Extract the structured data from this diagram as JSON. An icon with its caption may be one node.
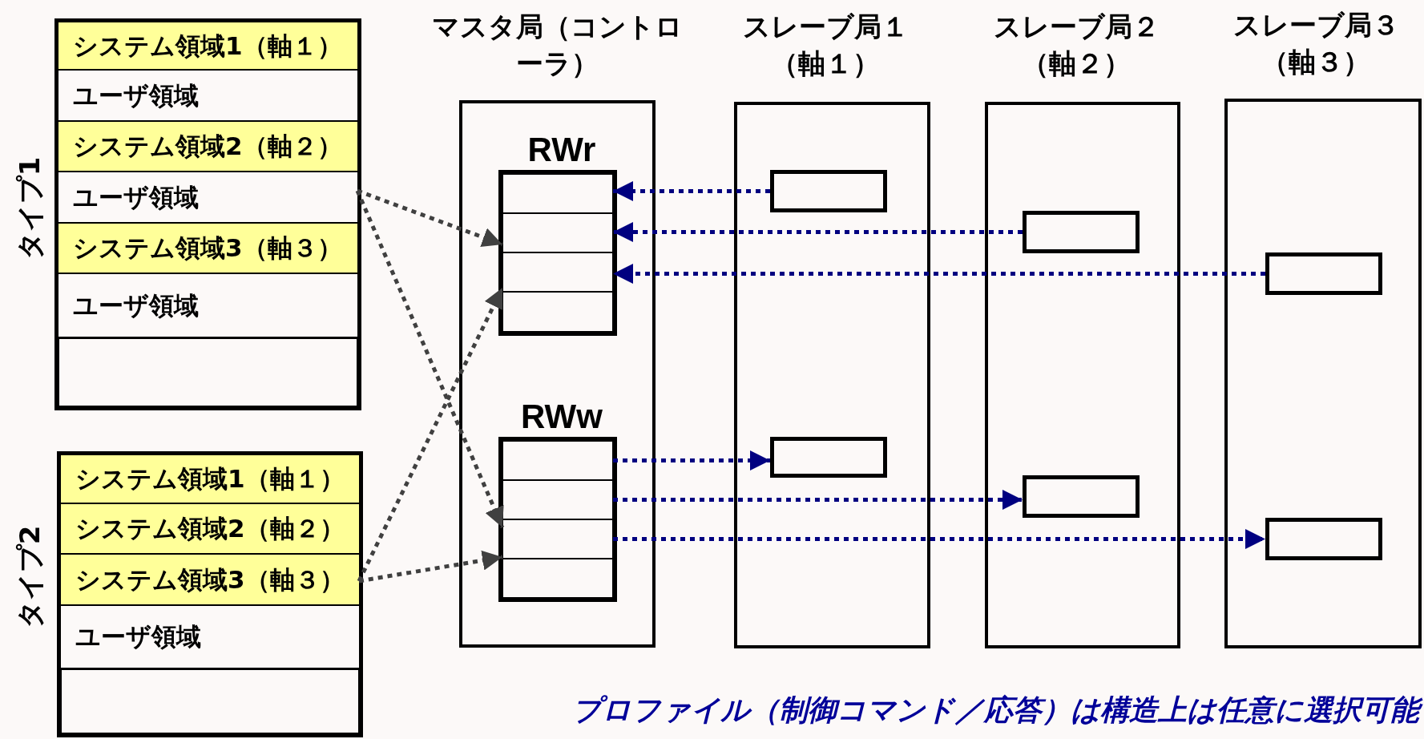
{
  "diagram": {
    "caption": "プロファイル（制御コマンド／応答）は構造上は任意に選択可能",
    "nodes": [
      {
        "text": [
          "タイプ1"
        ]
      },
      {
        "text": [
          "システム領域1（軸１）"
        ],
        "in": 0
      },
      {
        "text": [
          "ユーザ領域"
        ],
        "in": 0
      },
      {
        "text": [
          "システム領域2（軸２）"
        ],
        "in": 0
      },
      {
        "text": [
          "ユーザ領域"
        ],
        "in": 0
      },
      {
        "text": [
          "システム領域3（軸３）"
        ],
        "in": 0
      },
      {
        "text": [
          "ユーザ領域"
        ],
        "in": 0
      },
      {
        "text": [],
        "shape": "box",
        "in": 0
      },
      {
        "text": [
          "タイプ2"
        ]
      },
      {
        "text": [
          "システム領域1（軸１）"
        ],
        "in": 8
      },
      {
        "text": [
          "システム領域2（軸２）"
        ],
        "in": 8
      },
      {
        "text": [
          "システム領域3（軸３）"
        ],
        "in": 8
      },
      {
        "text": [
          "ユーザ領域"
        ],
        "in": 8
      },
      {
        "text": [],
        "shape": "box",
        "in": 8
      },
      {
        "text": [
          "マスタ局（コントローラ）"
        ]
      },
      {
        "text": [
          "RWr"
        ],
        "in": 14
      },
      {
        "text": [],
        "shape": "box",
        "in": 15
      },
      {
        "text": [],
        "shape": "box",
        "in": 15
      },
      {
        "text": [],
        "shape": "box",
        "in": 15
      },
      {
        "text": [],
        "shape": "box",
        "in": 15
      },
      {
        "text": [
          "RWw"
        ],
        "in": 14
      },
      {
        "text": [],
        "shape": "box",
        "in": 20
      },
      {
        "text": [],
        "shape": "box",
        "in": 20
      },
      {
        "text": [],
        "shape": "box",
        "in": 20
      },
      {
        "text": [],
        "shape": "box",
        "in": 20
      },
      {
        "text": [
          "スレーブ局１（軸１）"
        ]
      },
      {
        "text": [],
        "shape": "box",
        "in": 25
      },
      {
        "text": [],
        "shape": "box",
        "in": 25
      },
      {
        "text": [
          "スレーブ局２（軸２）"
        ]
      },
      {
        "text": [],
        "shape": "box",
        "in": 28
      },
      {
        "text": [],
        "shape": "box",
        "in": 28
      },
      {
        "text": [
          "スレーブ局３（軸３）"
        ]
      },
      {
        "text": [],
        "shape": "box",
        "in": 31
      },
      {
        "text": [],
        "shape": "box",
        "in": 31
      }
    ],
    "edges": [
      {
        "from": 26,
        "to": 16,
        "arrow": "to",
        "style": "dashed",
        "color": "#000080"
      },
      {
        "from": 29,
        "to": 17,
        "arrow": "to",
        "style": "dashed",
        "color": "#000080"
      },
      {
        "from": 32,
        "to": 18,
        "arrow": "to",
        "style": "dashed",
        "color": "#000080"
      },
      {
        "from": 21,
        "to": 27,
        "arrow": "to",
        "style": "dashed",
        "color": "#000080"
      },
      {
        "from": 22,
        "to": 30,
        "arrow": "to",
        "style": "dashed",
        "color": "#000080"
      },
      {
        "from": 23,
        "to": 33,
        "arrow": "to",
        "style": "dashed",
        "color": "#000080"
      },
      {
        "from": 4,
        "to": 17,
        "arrow": "to",
        "style": "dashed",
        "color": "#404040"
      },
      {
        "from": 4,
        "to": 23,
        "arrow": "to",
        "style": "dashed",
        "color": "#404040"
      },
      {
        "from": 11,
        "to": 18,
        "arrow": "to",
        "style": "dashed",
        "color": "#404040"
      },
      {
        "from": 11,
        "to": 23,
        "arrow": "to",
        "style": "dashed",
        "color": "#404040"
      }
    ]
  }
}
